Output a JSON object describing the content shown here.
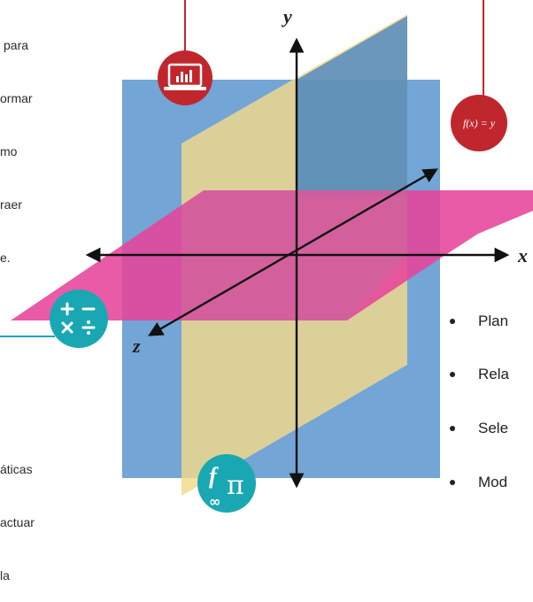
{
  "left_text_top": [
    "para",
    "ormar",
    "mo",
    "raer",
    "e."
  ],
  "left_text_bottom": [
    "áticas",
    "actuar",
    "la"
  ],
  "axes": {
    "x": "x",
    "y": "y",
    "z": "z"
  },
  "badges": {
    "function_label": "f(x) = y",
    "pi_symbol": "π",
    "f_symbol": "f",
    "infinity_symbol": "∞"
  },
  "bullets": [
    "Plan",
    "Rela",
    "Sele",
    "Mod"
  ],
  "colors": {
    "blue_plane": "#5b95cf",
    "blue_plane_dark": "#3d7fc4",
    "yellow_plane": "#f2d98a",
    "pink_plane": "#e6449a",
    "red_badge": "#c0272d",
    "teal_badge": "#1aa7b4"
  }
}
